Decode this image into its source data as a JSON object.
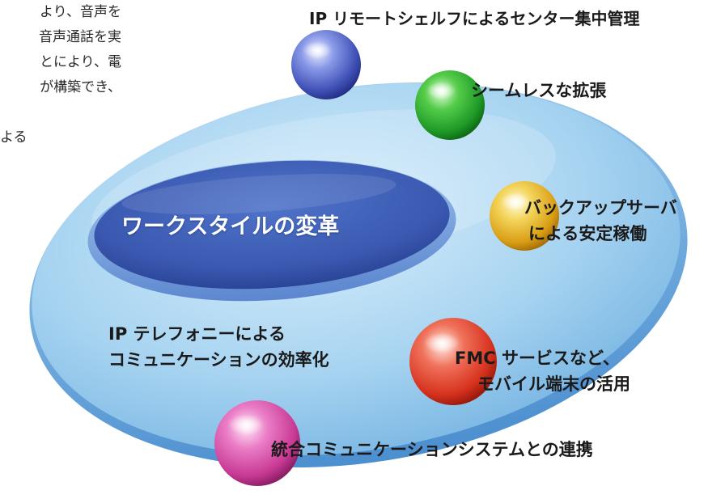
{
  "intro_text_fragments": [
    "より、音声を",
    "音声通話を実",
    "とにより、電",
    "が構築でき、",
    "",
    "よる"
  ],
  "diagram": {
    "center_label": "ワークスタイルの変革",
    "nodes": [
      {
        "id": "blue",
        "color": "#5a6fd1",
        "lines": [
          "IP リモートシェルフによるセンター集中管理"
        ]
      },
      {
        "id": "green",
        "color": "#2fa832",
        "lines": [
          "シームレスな拡張"
        ]
      },
      {
        "id": "yellow",
        "color": "#e8b51e",
        "lines": [
          "バックアップサーバ",
          "による安定稼働"
        ]
      },
      {
        "id": "red",
        "color": "#e2452f",
        "lines": [
          "FMC サービスなど、",
          "モバイル端末の活用"
        ]
      },
      {
        "id": "pink",
        "color": "#d94fa8",
        "lines": [
          "統合コミュニケーションシステムとの連携"
        ]
      }
    ],
    "ring_label_lines": [
      "IP テレフォニーによる",
      "コミュニケーションの効率化"
    ]
  }
}
